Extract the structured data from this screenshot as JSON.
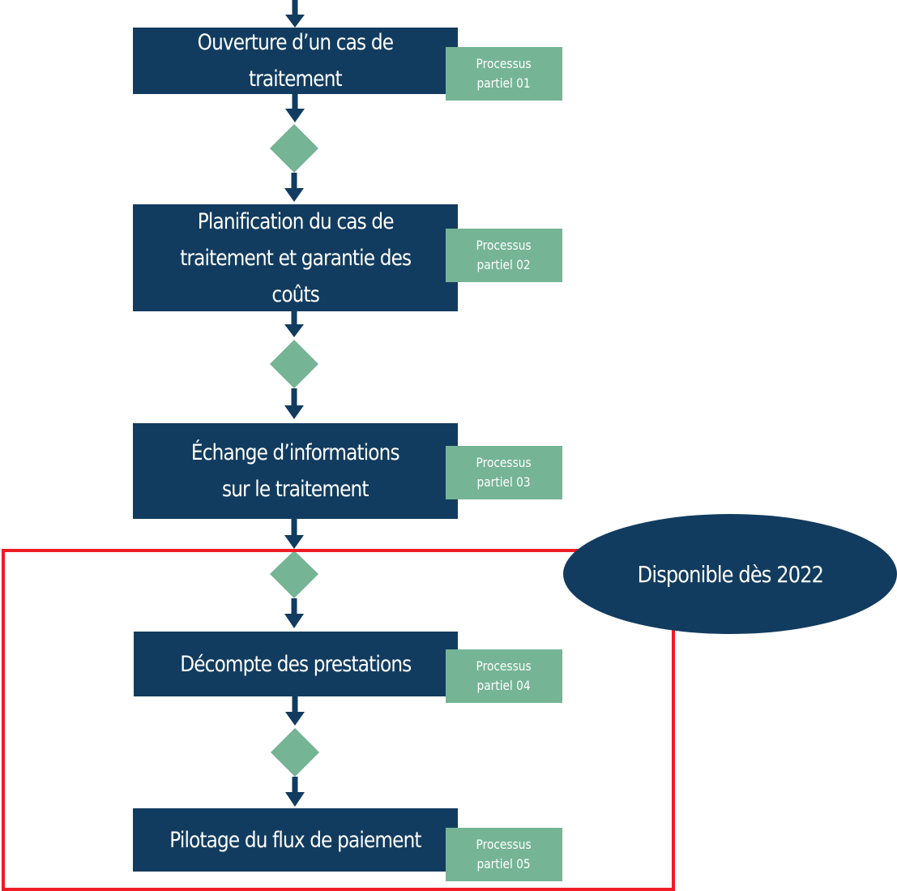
{
  "steps": [
    {
      "label": "Ouverture d’un cas de\ntraitement",
      "tag": "Processus\npartiel 01"
    },
    {
      "label": "Planification du cas de\ntraitement et garantie des\ncoûts",
      "tag": "Processus\npartiel 02"
    },
    {
      "label": "Échange d’informations\nsur le traitement",
      "tag": "Processus\npartiel 03"
    },
    {
      "label": "Décompte des prestations",
      "tag": "Processus\npartiel 04"
    },
    {
      "label": "Pilotage du flux de paiement",
      "tag": "Processus\npartiel 05"
    }
  ],
  "availability": {
    "label": "Disponible dès 2022"
  },
  "colors": {
    "step_fill": "#123c5f",
    "tag_fill": "#75b495",
    "decision_fill": "#75b495",
    "arrow": "#123c5f",
    "highlight_border": "#ee1c25",
    "ellipse_fill": "#123c5f",
    "text": "#ffffff"
  }
}
